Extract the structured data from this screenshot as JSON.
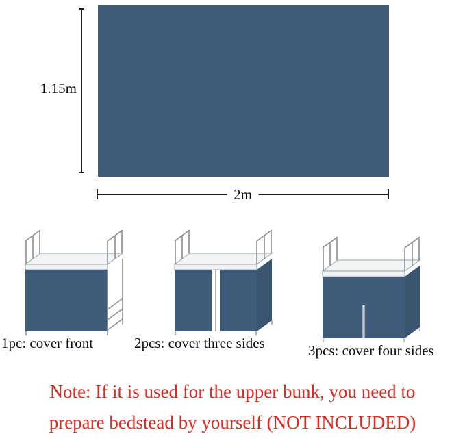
{
  "fabric": {
    "color": "#3e5c7a",
    "side_color": "#3a556f",
    "mattress_color": "#f2f3f5",
    "height_label": "1.15m",
    "width_label": "2m"
  },
  "options": [
    {
      "label": "1pc: cover front"
    },
    {
      "label": "2pcs: cover three sides"
    },
    {
      "label": "3pcs: cover four sides"
    }
  ],
  "note": {
    "color": "#e3271e",
    "line1": "Note: If it is used for the upper bunk, you need to",
    "line2": "prepare bedstead by yourself (NOT INCLUDED)"
  }
}
